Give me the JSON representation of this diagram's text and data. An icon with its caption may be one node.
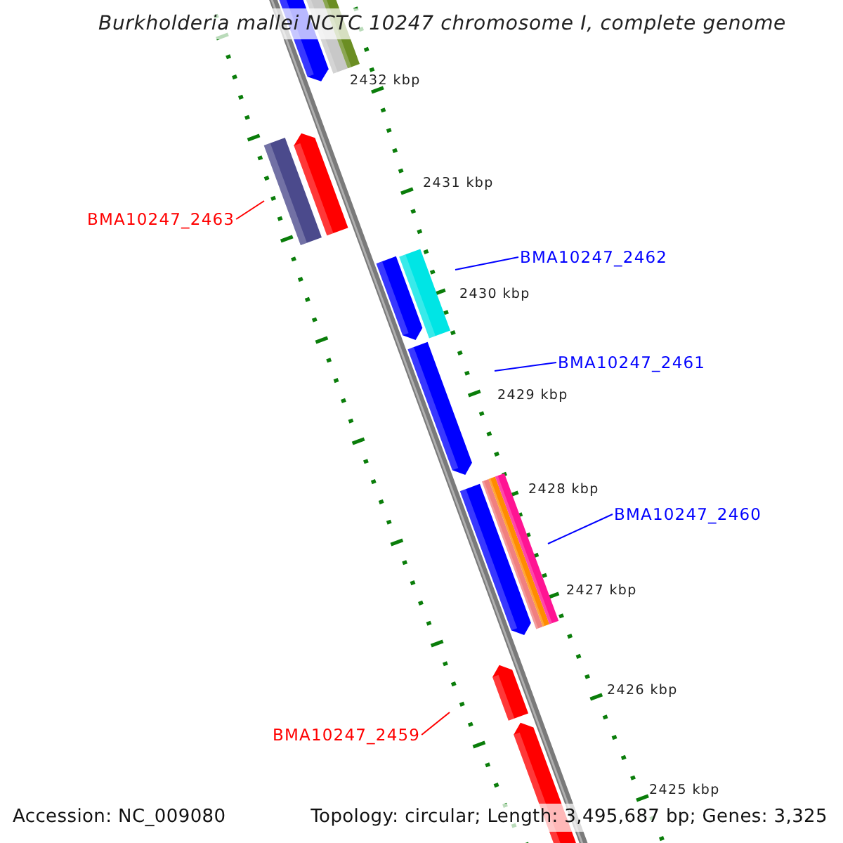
{
  "diagram": {
    "title": "Burkholderia mallei NCTC 10247 chromosome I, complete genome",
    "nodes": [
      {
        "text": [
          "BMA10247_2463"
        ]
      },
      {
        "text": [
          "BMA10247_2462"
        ]
      },
      {
        "text": [
          "BMA10247_2461"
        ]
      },
      {
        "text": [
          "BMA10247_2460"
        ]
      },
      {
        "text": [
          "BMA10247_2459"
        ]
      }
    ],
    "edges": [
      {
        "from": 0,
        "to": null,
        "arrow": "none",
        "color": "#ff0000"
      },
      {
        "from": 1,
        "to": null,
        "arrow": "none"
      },
      {
        "from": 2,
        "to": null,
        "arrow": "none"
      },
      {
        "from": 3,
        "to": null,
        "arrow": "none"
      },
      {
        "from": 4,
        "to": null,
        "arrow": "none",
        "color": "#ff0000"
      }
    ],
    "labels": [
      "2432 kbp",
      "2431 kbp",
      "2430 kbp",
      "2429 kbp",
      "2428 kbp",
      "2427 kbp",
      "2426 kbp",
      "2425 kbp",
      "Accession: NC_009080",
      "Topology: circular; Length: 3,495,687 bp; Genes: 3,325"
    ]
  }
}
